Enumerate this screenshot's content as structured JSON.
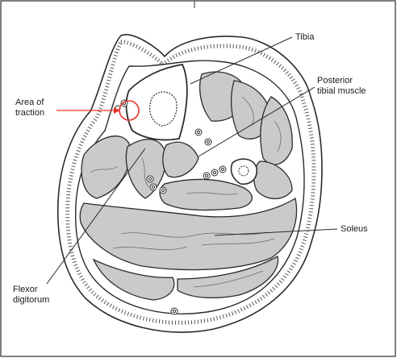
{
  "labels": {
    "area_of_traction": "Area of\ntraction",
    "tibia": "Tibia",
    "posterior_tibial_muscle": "Posterior\ntibial muscle",
    "soleus": "Soleus",
    "flexor_digitorum": "Flexor\ndigitorum"
  },
  "colors": {
    "line": "#2b2b2b",
    "muscle_fill": "#c9cacc",
    "bone_fill": "#ffffff",
    "highlight": "#e8322a"
  }
}
